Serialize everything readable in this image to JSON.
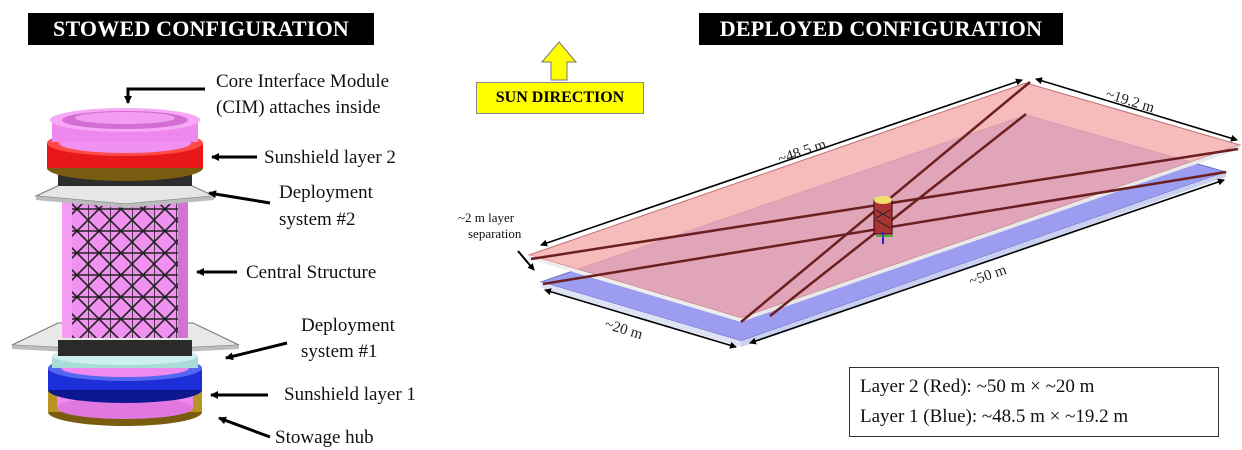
{
  "stowed": {
    "title": "STOWED CONFIGURATION",
    "labels": {
      "cim_line1": "Core Interface Module",
      "cim_line2": "(CIM) attaches inside",
      "sunshield_layer2": "Sunshield layer 2",
      "deploy2_line1": "Deployment",
      "deploy2_line2": "system #2",
      "central_structure": "Central Structure",
      "deploy1_line1": "Deployment",
      "deploy1_line2": "system #1",
      "sunshield_layer1": "Sunshield layer 1",
      "stowage_hub": "Stowage hub"
    }
  },
  "deployed": {
    "title": "DEPLOYED CONFIGURATION",
    "sun_direction": "SUN DIRECTION",
    "separation_line1": "~2 m layer",
    "separation_line2": "separation",
    "dims": {
      "top_long": "~48.5 m",
      "top_short": "~19.2 m",
      "bottom_long": "~50 m",
      "bottom_short": "~20 m"
    },
    "legend": {
      "layer2": "Layer 2 (Red): ~50 m × ~20 m",
      "layer1": "Layer 1 (Blue): ~48.5 m × ~19.2 m"
    }
  },
  "colors": {
    "magenta": "#ee88ee",
    "red_ring": "#e81818",
    "blue_ring": "#1c2fd8",
    "red_layer": "#f3b0b0",
    "blue_layer": "#9c9cf0",
    "boom": "#6b1f1f",
    "sun_box": "#ffff00"
  }
}
